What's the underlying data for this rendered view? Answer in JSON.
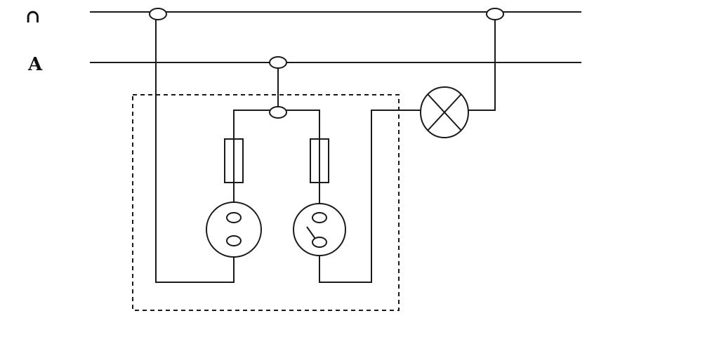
{
  "diagram": {
    "lines": [
      {
        "label": "∩"
      },
      {
        "label": "A"
      }
    ],
    "components": {
      "fuses": [
        "fuse",
        "fuse"
      ],
      "switches": [
        "switch-open",
        "switch-closed"
      ],
      "lamp": "lamp"
    },
    "colors": {
      "stroke": "#1a1a1a",
      "background": "#ffffff"
    }
  }
}
